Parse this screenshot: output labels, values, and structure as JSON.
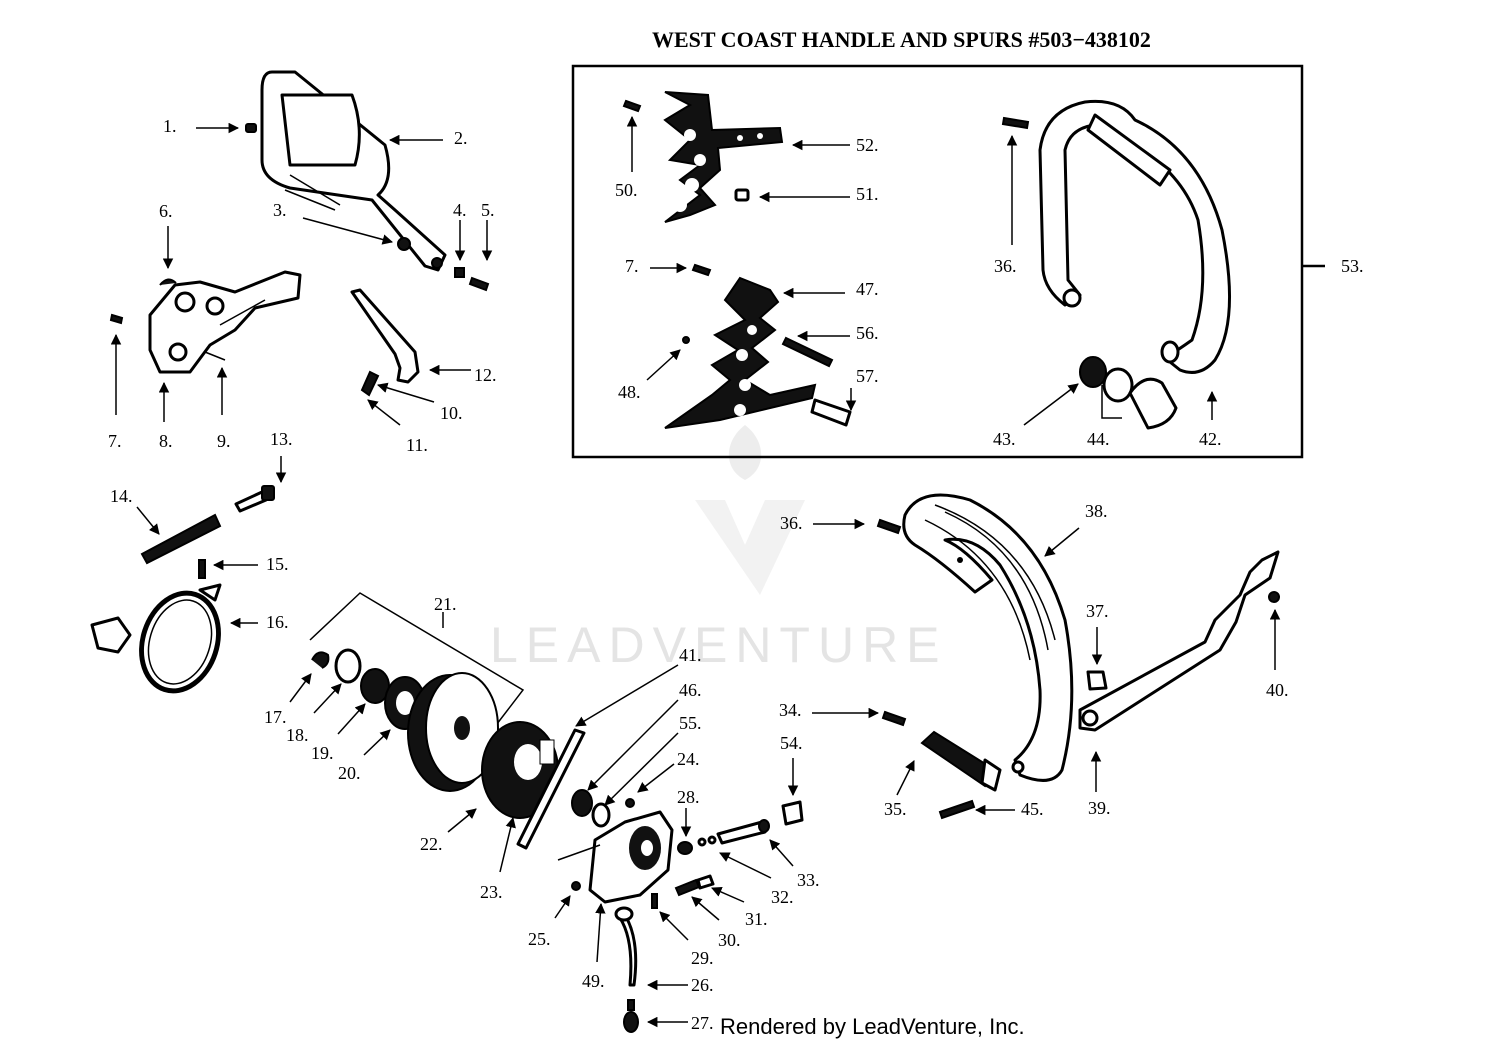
{
  "title": "WEST COAST HANDLE AND SPURS #503−438102",
  "watermark": "LEADVENTURE",
  "footer": "Rendered by LeadVenture, Inc.",
  "callouts": [
    {
      "id": "1",
      "text": "1."
    },
    {
      "id": "2",
      "text": "2."
    },
    {
      "id": "3",
      "text": "3."
    },
    {
      "id": "4",
      "text": "4."
    },
    {
      "id": "5",
      "text": "5."
    },
    {
      "id": "6",
      "text": "6."
    },
    {
      "id": "7",
      "text": "7."
    },
    {
      "id": "8",
      "text": "8."
    },
    {
      "id": "9",
      "text": "9."
    },
    {
      "id": "10",
      "text": "10."
    },
    {
      "id": "11",
      "text": "11."
    },
    {
      "id": "12",
      "text": "12."
    },
    {
      "id": "13",
      "text": "13."
    },
    {
      "id": "14",
      "text": "14."
    },
    {
      "id": "15",
      "text": "15."
    },
    {
      "id": "16",
      "text": "16."
    },
    {
      "id": "17",
      "text": "17."
    },
    {
      "id": "18",
      "text": "18."
    },
    {
      "id": "19",
      "text": "19."
    },
    {
      "id": "20",
      "text": "20."
    },
    {
      "id": "21",
      "text": "21."
    },
    {
      "id": "22",
      "text": "22."
    },
    {
      "id": "23",
      "text": "23."
    },
    {
      "id": "24",
      "text": "24."
    },
    {
      "id": "25",
      "text": "25."
    },
    {
      "id": "26",
      "text": "26."
    },
    {
      "id": "27",
      "text": "27."
    },
    {
      "id": "28",
      "text": "28."
    },
    {
      "id": "29",
      "text": "29."
    },
    {
      "id": "30",
      "text": "30."
    },
    {
      "id": "31",
      "text": "31."
    },
    {
      "id": "32",
      "text": "32."
    },
    {
      "id": "33",
      "text": "33."
    },
    {
      "id": "34",
      "text": "34."
    },
    {
      "id": "35",
      "text": "35."
    },
    {
      "id": "36a",
      "text": "36."
    },
    {
      "id": "36b",
      "text": "36."
    },
    {
      "id": "37",
      "text": "37."
    },
    {
      "id": "38",
      "text": "38."
    },
    {
      "id": "39",
      "text": "39."
    },
    {
      "id": "40",
      "text": "40."
    },
    {
      "id": "41",
      "text": "41."
    },
    {
      "id": "42",
      "text": "42."
    },
    {
      "id": "43",
      "text": "43."
    },
    {
      "id": "44",
      "text": "44."
    },
    {
      "id": "45",
      "text": "45."
    },
    {
      "id": "46",
      "text": "46."
    },
    {
      "id": "47",
      "text": "47."
    },
    {
      "id": "48",
      "text": "48."
    },
    {
      "id": "49",
      "text": "49."
    },
    {
      "id": "50",
      "text": "50."
    },
    {
      "id": "51",
      "text": "51."
    },
    {
      "id": "52",
      "text": "52."
    },
    {
      "id": "53",
      "text": "53."
    },
    {
      "id": "54",
      "text": "54."
    },
    {
      "id": "55",
      "text": "55."
    },
    {
      "id": "56",
      "text": "56."
    },
    {
      "id": "57",
      "text": "57."
    },
    {
      "id": "7b",
      "text": "7."
    }
  ]
}
